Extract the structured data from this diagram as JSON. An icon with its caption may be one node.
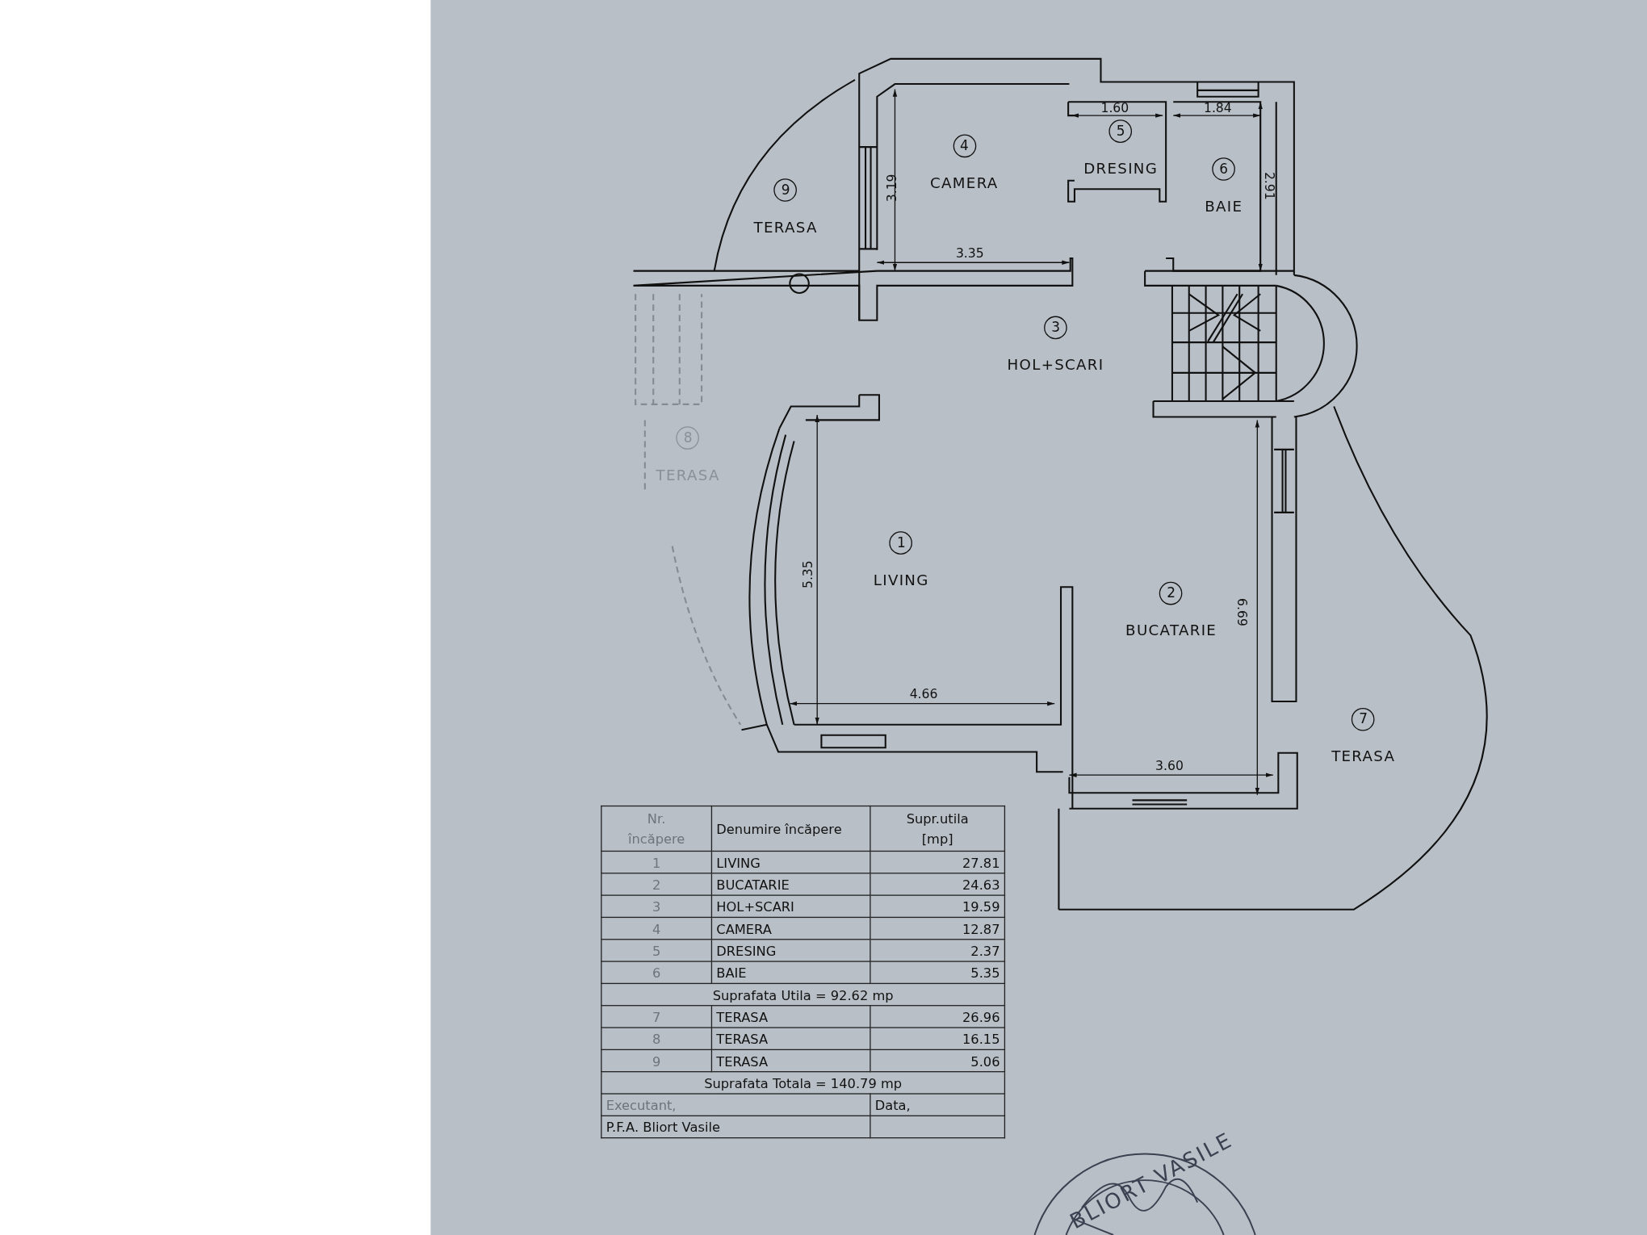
{
  "diagram": {
    "nodes": [
      {
        "text": [
          "1",
          "LIVING"
        ]
      },
      {
        "text": [
          "2",
          "BUCATARIE"
        ]
      },
      {
        "text": [
          "3",
          "HOL+SCARI"
        ]
      },
      {
        "text": [
          "4",
          "CAMERA"
        ]
      },
      {
        "text": [
          "5",
          "DRESING"
        ]
      },
      {
        "text": [
          "6",
          "BAIE"
        ]
      },
      {
        "text": [
          "7",
          "TERASA"
        ]
      },
      {
        "text": [
          "8",
          "TERASA"
        ]
      },
      {
        "text": [
          "9",
          "TERASA"
        ]
      }
    ],
    "edges": [],
    "labels": [
      "3.19",
      "3.35",
      "1.60",
      "1.84",
      "2.91",
      "5.35",
      "4.66",
      "6.69",
      "3.60",
      "Nr. încăpere",
      "Denumire încăpere",
      "Supr.utila [mp]",
      "1",
      "LIVING",
      "27.81",
      "2",
      "BUCATARIE",
      "24.63",
      "3",
      "HOL+SCARI",
      "19.59",
      "4",
      "CAMERA",
      "12.87",
      "5",
      "DRESING",
      "2.37",
      "6",
      "BAIE",
      "5.35",
      "Suprafata Utila = 92.62 mp",
      "7",
      "TERASA",
      "26.96",
      "8",
      "TERASA",
      "16.15",
      "9",
      "TERASA",
      "5.06",
      "Suprafata Totala = 140.79 mp",
      "Executant,",
      "Data,",
      "P.F.A. Bliort Vasile",
      "BLIORT VASILE"
    ]
  }
}
